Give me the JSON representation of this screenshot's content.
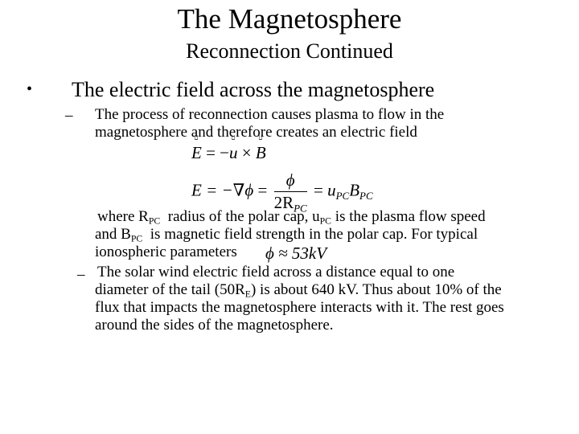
{
  "slide": {
    "title": "The Magnetosphere",
    "subtitle": "Reconnection Continued",
    "bullet": {
      "marker": "•",
      "text": "The electric field across the magnetosphere"
    },
    "sub1": {
      "marker": "–",
      "line1": "The process of reconnection causes plasma to flow in the",
      "line2": "magnetosphere and therefore creates an electric field"
    },
    "eq1": {
      "E": "E",
      "eq": " = −",
      "u": "u",
      "times": " × ",
      "B": "B"
    },
    "eq2": {
      "lhs": "E = −∇",
      "phi": "ϕ",
      "eq1": " = ",
      "num": "ϕ",
      "den_main": "2R",
      "den_sub": "PC",
      "eq2": " = ",
      "u": "u",
      "u_sub": "PC",
      "B": "B",
      "B_sub": "PC"
    },
    "para": {
      "l1_a": "where R",
      "l1_sub1": "PC",
      "l1_b": "  radius of the polar cap, u",
      "l1_sub2": "PC",
      "l1_c": " is the plasma flow speed",
      "l2_a": "and B",
      "l2_sub": "PC",
      "l2_b": "  is magnetic field strength in the polar cap. For typical",
      "l3": "ionospheric parameters",
      "l3_math": "ϕ ≈ 53kV"
    },
    "sub2": {
      "marker": "–",
      "line1": "The solar wind electric field across a distance equal to one",
      "line2_a": "diameter of the tail (50R",
      "line2_sub": "E",
      "line2_b": ") is about 640 kV. Thus about 10% of the",
      "line3": "flux that impacts the magnetosphere interacts with it. The rest goes",
      "line4": "around the sides of the magnetosphere."
    }
  }
}
